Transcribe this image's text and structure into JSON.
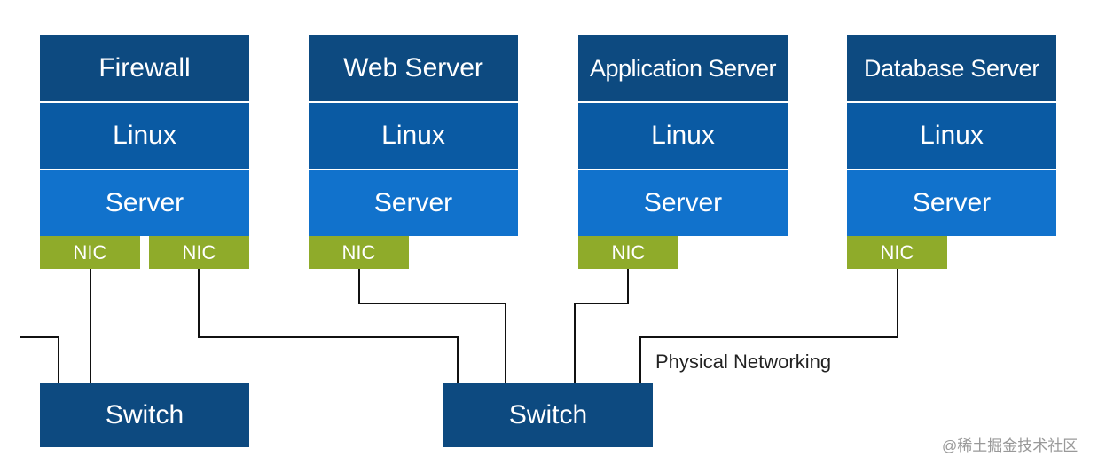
{
  "servers": [
    {
      "title": "Firewall",
      "os": "Linux",
      "hw": "Server"
    },
    {
      "title": "Web Server",
      "os": "Linux",
      "hw": "Server"
    },
    {
      "title": "Application Server",
      "os": "Linux",
      "hw": "Server"
    },
    {
      "title": "Database Server",
      "os": "Linux",
      "hw": "Server"
    }
  ],
  "nic_label": "NIC",
  "switch_label": "Switch",
  "physical_networking_label": "Physical Networking",
  "watermark": "@稀土掘金技术社区"
}
